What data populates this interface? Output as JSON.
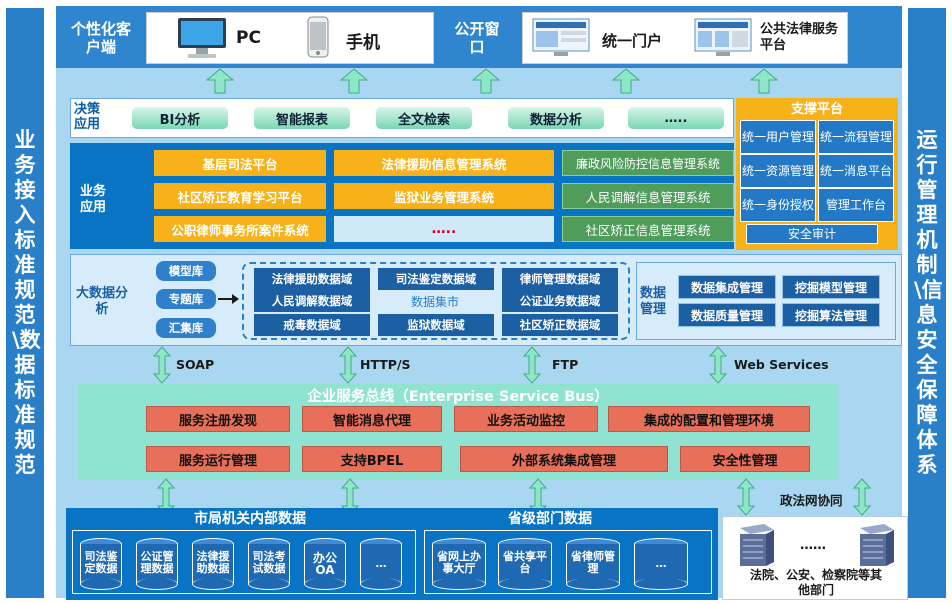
{
  "side": {
    "left": "业务接入标准规范\\数据标准规范",
    "right": "运行管理机制\\信息安全保障体系"
  },
  "clients": {
    "label": "个性化客户端",
    "pc": "PC",
    "phone": "手机",
    "open_window": "公开窗口",
    "portal": "统一门户",
    "legal": "公共法律服务平台"
  },
  "decision": {
    "label": "决策应用",
    "buttons": [
      "BI分析",
      "智能报表",
      "全文检索",
      "数据分析",
      "….."
    ]
  },
  "business": {
    "label": "业务应用",
    "yellow": [
      "基层司法平台",
      "法律援助信息管理系统",
      "社区矫正教育学习平台",
      "监狱业务管理系统",
      "公职律师事务所案件系统"
    ],
    "more": "…..",
    "green": [
      "廉政风险防控信息管理系统",
      "人民调解信息管理系统",
      "社区矫正信息管理系统"
    ]
  },
  "support": {
    "title": "支撑平台",
    "items": [
      "统一用户管理",
      "统一流程管理",
      "统一资源管理",
      "统一消息平台",
      "统一身份授权",
      "管理工作台"
    ],
    "audit": "安全审计"
  },
  "bigdata": {
    "label": "大数据分析",
    "libs": [
      "模型库",
      "专题库",
      "汇集库"
    ],
    "market": "数据集市",
    "dbs": [
      "法律援助数据域",
      "司法鉴定数据域",
      "律师管理数据域",
      "人民调解数据域",
      "公证业务数据域",
      "戒毒数据域",
      "监狱数据域",
      "社区矫正数据域"
    ],
    "mgmt_label": "数据管理",
    "mgmt": [
      "数据集成管理",
      "挖掘模型管理",
      "数据质量管理",
      "挖掘算法管理"
    ]
  },
  "protocols": [
    "SOAP",
    "HTTP/S",
    "FTP",
    "Web Services"
  ],
  "esb": {
    "title": "企业服务总线（Enterprise  Service Bus）",
    "row1": [
      "服务注册发现",
      "智能消息代理",
      "业务活动监控",
      "集成的配置和管理环境"
    ],
    "row2": [
      "服务运行管理",
      "支持BPEL",
      "外部系统集成管理",
      "安全性管理"
    ]
  },
  "data": {
    "city_title": "市局机关内部数据",
    "city": [
      "司法鉴定数据",
      "公证管理数据",
      "法律援助数据",
      "司法考试数据",
      "办公OA",
      "…"
    ],
    "prov_title": "省级部门数据",
    "prov": [
      "省网上办事大厅",
      "省共享平台",
      "省律师管理",
      "…"
    ],
    "coop": "政法网协同",
    "ext_dots": "……",
    "ext_label": "法院、公安、检察院等其他部门"
  }
}
